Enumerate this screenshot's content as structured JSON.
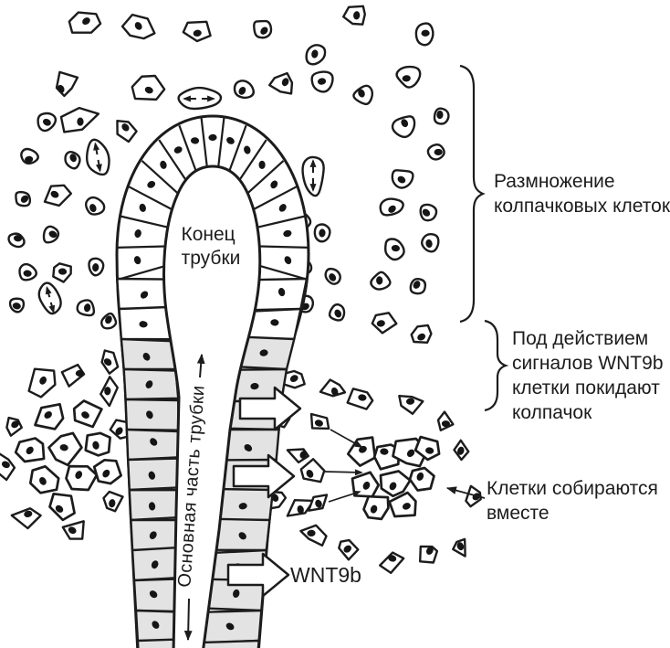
{
  "figure": {
    "labels": {
      "tube_tip": [
        "Конец",
        "трубки"
      ],
      "tube_main": "Основная часть трубки",
      "wnt9b": "WNT9b",
      "proliferation": [
        "Размножение",
        "колпачковых клеток"
      ],
      "wnt_signal": [
        "Под действием",
        "сигналов WNT9b",
        "клетки покидают",
        "колпачок"
      ],
      "aggregate": [
        "Клетки собираются",
        "вместе"
      ]
    },
    "colors": {
      "ink": "#1c1c1c",
      "cell_fill": "#ffffff",
      "tube_cell_fill": "#e3e3e3",
      "nucleus": "#151515",
      "background": "#ffffff"
    }
  }
}
